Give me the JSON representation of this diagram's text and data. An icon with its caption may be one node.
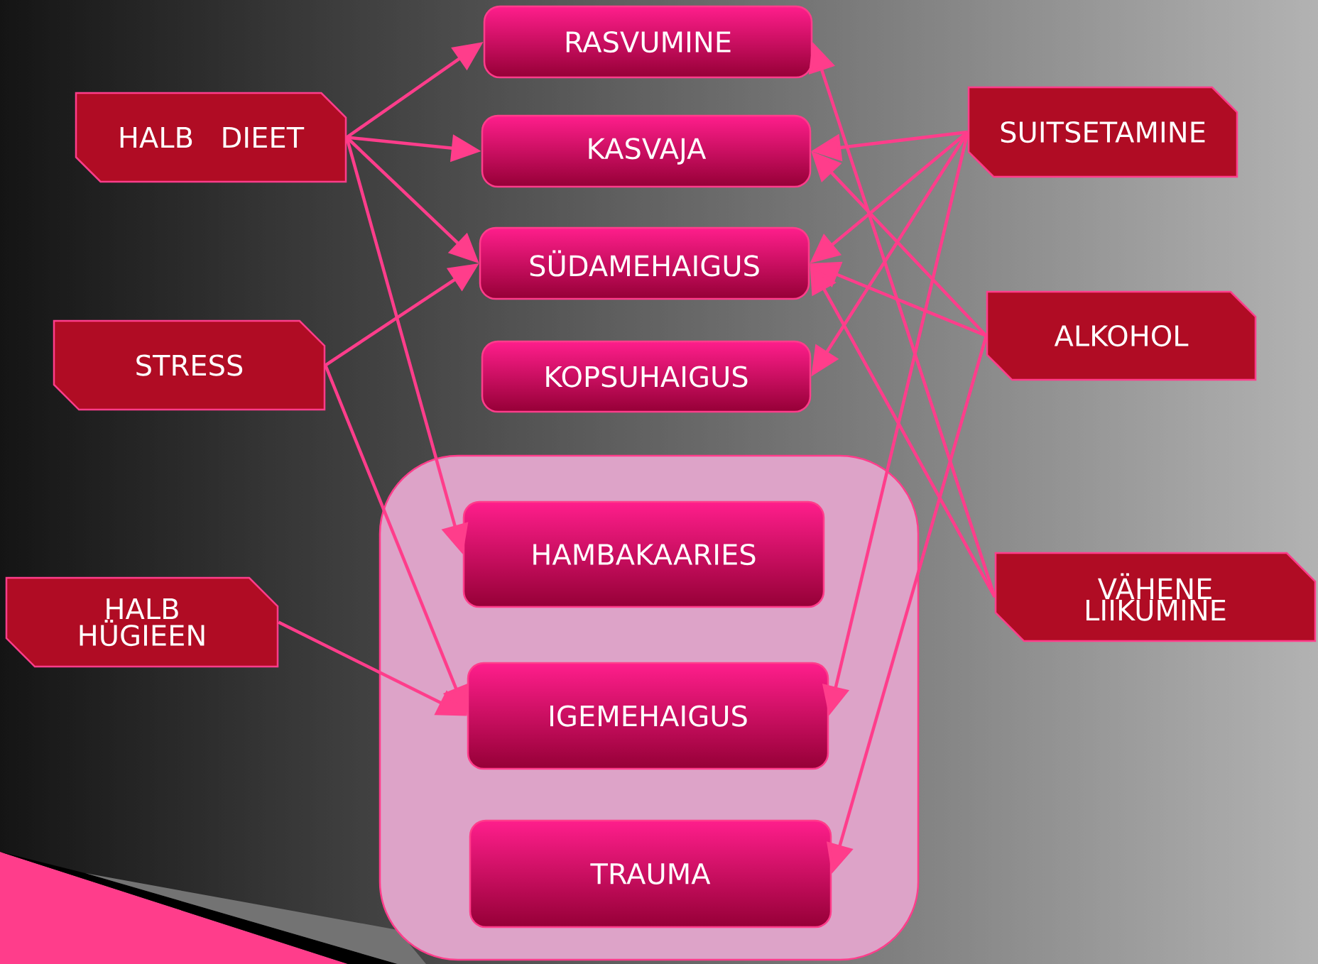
{
  "diagram": {
    "nodes": [
      {
        "text": [
          "HALB DIEET"
        ]
      },
      {
        "text": [
          "STRESS"
        ]
      },
      {
        "text": [
          "HALB HÜGIEEN"
        ]
      },
      {
        "text": [
          "RASVUMINE"
        ]
      },
      {
        "text": [
          "KASVAJA"
        ]
      },
      {
        "text": [
          "SÜDAMEHAIGUS"
        ]
      },
      {
        "text": [
          "KOPSUHAIGUS"
        ]
      },
      {
        "text": [],
        "shape": "box"
      },
      {
        "text": [
          "HAMBAKAARIES"
        ],
        "in": 7
      },
      {
        "text": [
          "IGEMEHAIGUS"
        ],
        "in": 7
      },
      {
        "text": [
          "TRAUMA"
        ],
        "in": 7
      },
      {
        "text": [
          "SUITSETAMINE"
        ]
      },
      {
        "text": [
          "ALKOHOL"
        ]
      },
      {
        "text": [
          "VÄHENE LIIKUMINE"
        ]
      }
    ],
    "edges": [
      {
        "from": 0,
        "to": 3,
        "arrow": "to"
      },
      {
        "from": 0,
        "to": 4,
        "arrow": "to"
      },
      {
        "from": 0,
        "to": 5,
        "arrow": "to"
      },
      {
        "from": 0,
        "to": 8,
        "arrow": "to"
      },
      {
        "from": 1,
        "to": 5,
        "arrow": "to"
      },
      {
        "from": 1,
        "to": 9,
        "arrow": "to"
      },
      {
        "from": 2,
        "to": 9,
        "arrow": "to"
      },
      {
        "from": 11,
        "to": 4,
        "arrow": "to"
      },
      {
        "from": 11,
        "to": 5,
        "arrow": "to"
      },
      {
        "from": 11,
        "to": 6,
        "arrow": "to"
      },
      {
        "from": 11,
        "to": 9,
        "arrow": "to"
      },
      {
        "from": 12,
        "to": 4,
        "arrow": "to"
      },
      {
        "from": 12,
        "to": 5,
        "arrow": "to"
      },
      {
        "from": 12,
        "to": 10,
        "arrow": "to"
      },
      {
        "from": 13,
        "to": 3,
        "arrow": "to"
      },
      {
        "from": 13,
        "to": 5,
        "arrow": "to"
      }
    ]
  }
}
